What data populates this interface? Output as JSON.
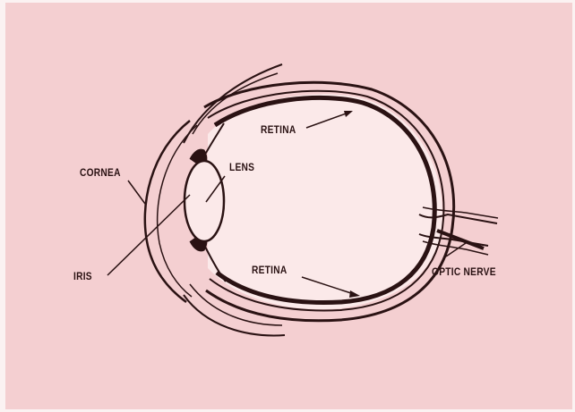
{
  "labels": {
    "cornea": "CORNEA",
    "iris": "IRIS",
    "lens": "LENS",
    "retina_top": "RETINA",
    "retina_bottom": "RETINA",
    "optic_nerve": "OPTIC NERVE"
  },
  "colors": {
    "background": "#f4cfd1",
    "ink": "#2a1213",
    "eye_interior": "#fbe9e9"
  }
}
